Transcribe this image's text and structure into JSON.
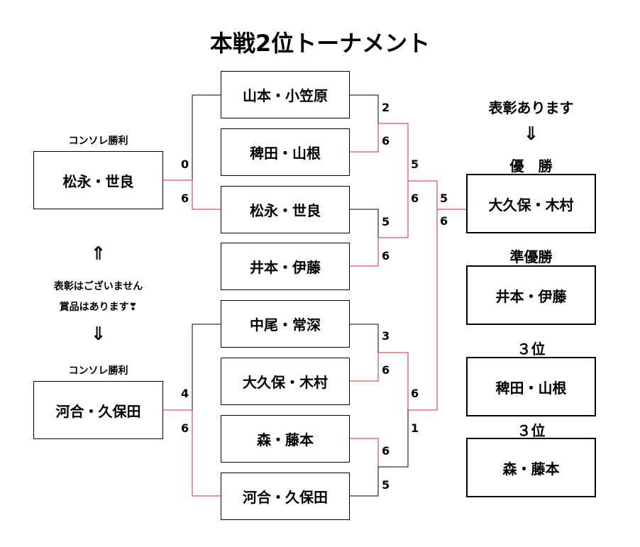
{
  "title": "本戦2位トーナメント",
  "colors": {
    "win": "#d9263a",
    "lose": "#000000"
  },
  "bracket": {
    "teams": [
      "山本・小笠原",
      "稗田・山根",
      "松永・世良",
      "井本・伊藤",
      "中尾・常深",
      "大久保・木村",
      "森・藤本",
      "河合・久保田"
    ],
    "scores": {
      "r1_top_0": "0",
      "r1_top_1": "6",
      "r1_bot_0": "4",
      "r1_bot_1": "6",
      "qf1_a": "2",
      "qf1_b": "6",
      "qf2_a": "5",
      "qf2_b": "6",
      "qf3_a": "3",
      "qf3_b": "6",
      "qf4_a": "6",
      "qf4_b": "5",
      "sf1_a": "5",
      "sf1_b": "6",
      "sf2_a": "6",
      "sf2_b": "1",
      "final_a": "5",
      "final_b": "6"
    }
  },
  "consolation": {
    "top_label": "コンソレ勝利",
    "top_team": "松永・世良",
    "bottom_label": "コンソレ勝利",
    "bottom_team": "河合・久保田",
    "up_arrow": "⇑",
    "down_arrow": "⇓",
    "note_line1": "表彰はございません",
    "note_line2": "賞品はあります❣"
  },
  "results": {
    "header": "表彰あります",
    "arrow": "⇓",
    "winner_label": "優　勝",
    "winner": "大久保・木村",
    "runner_up_label": "準優勝",
    "runner_up": "井本・伊藤",
    "third_label_1": "３位",
    "third_1": "稗田・山根",
    "third_label_2": "３位",
    "third_2": "森・藤本"
  }
}
